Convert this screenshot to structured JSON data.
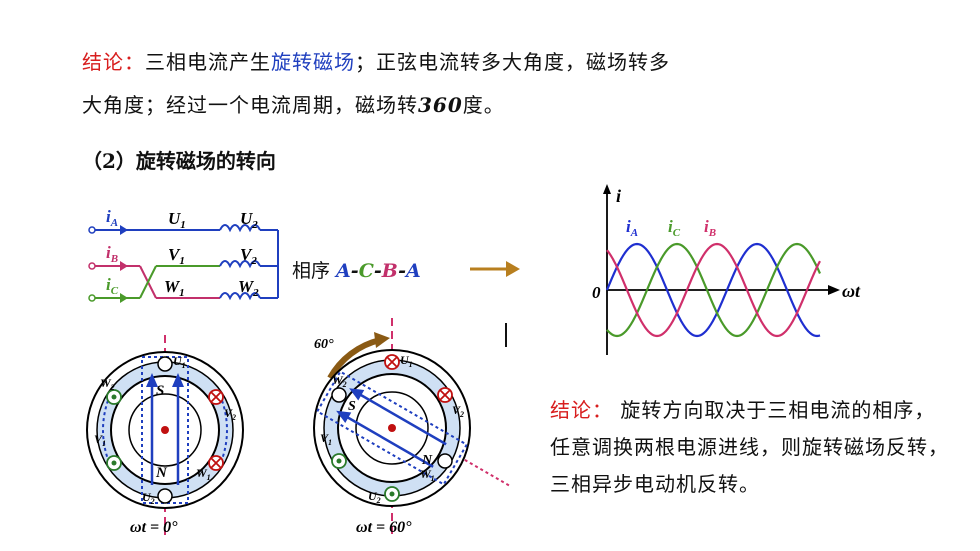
{
  "conclusion1": {
    "label": "结论：",
    "part1": "三相电流产生",
    "highlight": "旋转磁场",
    "part2": "；正弦电流转多大角度，磁场转多",
    "line2_part1": "大角度；经过一个电流周期，磁场转",
    "angle": "360",
    "line2_part2": "度。"
  },
  "section_title": "（2）旋转磁场的转向",
  "circuit": {
    "currents": [
      "i",
      "i",
      "i"
    ],
    "current_subs": [
      "A",
      "B",
      "C"
    ],
    "start_terminals": [
      "U",
      "V",
      "W"
    ],
    "end_terminals": [
      "U",
      "V",
      "W"
    ],
    "start_subs": [
      "1",
      "1",
      "1"
    ],
    "end_subs": [
      "2",
      "2",
      "2"
    ]
  },
  "phase_sequence": {
    "label": "相序 ",
    "a1": "A",
    "d1": "-",
    "c": "C",
    "d2": "-",
    "b": "B",
    "d3": "-",
    "a2": "A"
  },
  "waveform": {
    "y_label": "i",
    "x_label": "ωt",
    "origin": "0",
    "curve_labels": [
      "i",
      "i",
      "i"
    ],
    "curve_subs": [
      "A",
      "C",
      "B"
    ],
    "colors": {
      "A": "#1f2fd0",
      "B": "#d0306b",
      "C": "#4a9a2a"
    }
  },
  "motor1": {
    "caption": "ωt = 0°",
    "pole_top": "S",
    "pole_bottom": "N",
    "coil_labels": [
      "U",
      "V",
      "W",
      "U",
      "V",
      "W"
    ],
    "coil_subs": [
      "1",
      "2",
      "2",
      "2",
      "1",
      "1"
    ]
  },
  "motor2": {
    "caption": "ωt = 60°",
    "angle_label": "60°",
    "pole_s": "S",
    "pole_n": "N",
    "coil_labels": [
      "U",
      "V",
      "W",
      "U",
      "V",
      "W"
    ],
    "coil_subs": [
      "1",
      "2",
      "2",
      "2",
      "1",
      "1"
    ]
  },
  "conclusion2": {
    "label": "结论：",
    "line1": " 旋转方向取决于三相电流的相序，",
    "line2": "任意调换两根电源进线，则旋转磁场反转，",
    "line3": "三相异步电动机反转。"
  }
}
